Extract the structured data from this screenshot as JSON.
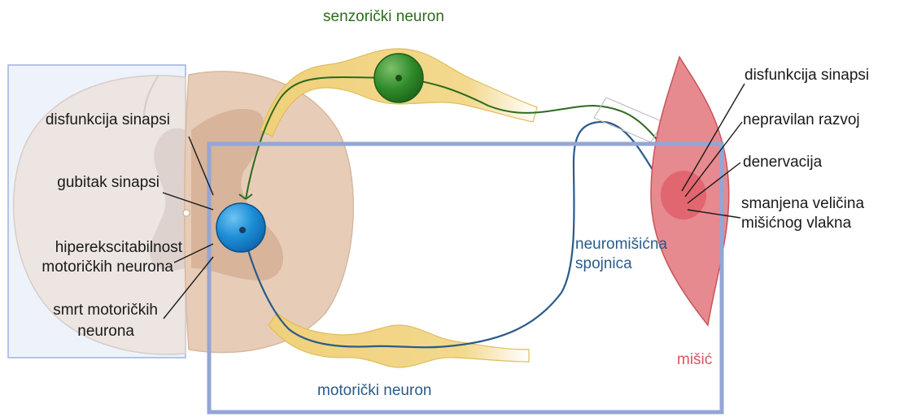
{
  "neurons": {
    "sensory": "senzorički neuron",
    "motor": "motorički neuron"
  },
  "junction": {
    "line1": "neuromišićna",
    "line2": "spojnica"
  },
  "muscle_label": "mišić",
  "left_labels": {
    "synapse_dysfunction": "disfunkcija sinapsi",
    "synapse_loss": "gubitak sinapsi",
    "hyperexcitability_1": "hiperekscitabilnost",
    "hyperexcitability_2": "motoričkih neurona",
    "death_1": "smrt motoričkih",
    "death_2": "neurona"
  },
  "right_labels": {
    "synapse_dysfunction": "disfunkcija sinapsi",
    "abnormal_development": "nepravilan razvoj",
    "denervation": "denervacija",
    "fiber_size_1": "smanjena veličina",
    "fiber_size_2": "mišićnog vlakna"
  },
  "colors": {
    "sensory": "#2e6b1f",
    "motor": "#2a5b8a",
    "muscle": "#d9545f",
    "frame": "#93a6d6",
    "spinal_cord": "#e7cdb8",
    "nerve_sheath": "#f3d98e"
  }
}
